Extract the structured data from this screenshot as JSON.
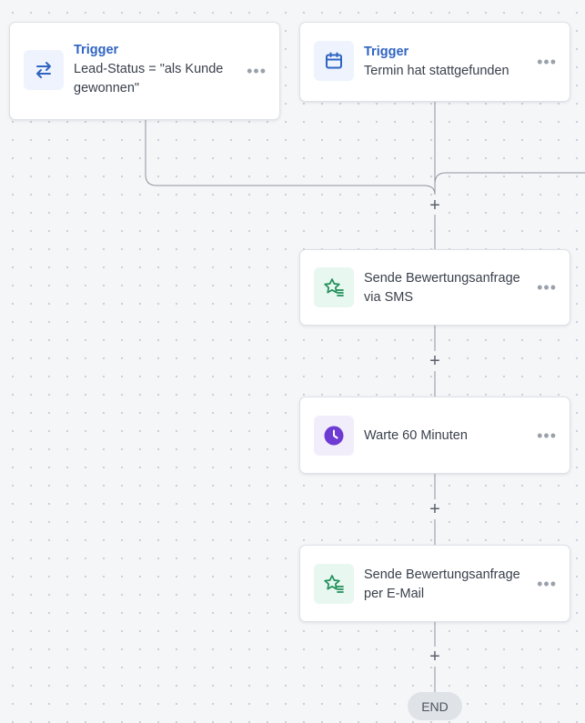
{
  "triggers": [
    {
      "title": "Trigger",
      "description": "Lead-Status = \"als Kunde gewonnen\"",
      "icon": "arrows-swap-icon",
      "menu": "•••"
    },
    {
      "title": "Trigger",
      "description": "Termin hat stattgefunden",
      "icon": "calendar-icon",
      "menu": "•••"
    }
  ],
  "steps": [
    {
      "description": "Sende Bewertungsanfrage via SMS",
      "icon": "star-list-icon",
      "menu": "•••"
    },
    {
      "description": "Warte 60 Minuten",
      "icon": "clock-icon",
      "menu": "•••"
    },
    {
      "description": "Sende Bewertungsanfrage per E-Mail",
      "icon": "star-list-icon",
      "menu": "•••"
    }
  ],
  "add_step_symbol": "+",
  "end_label": "END",
  "colors": {
    "trigger_title": "#2f64c2",
    "blue_icon": "#2f64c2",
    "green_icon": "#1f8f5a",
    "purple_icon": "#6d3ad3",
    "connector": "#8d939b"
  }
}
